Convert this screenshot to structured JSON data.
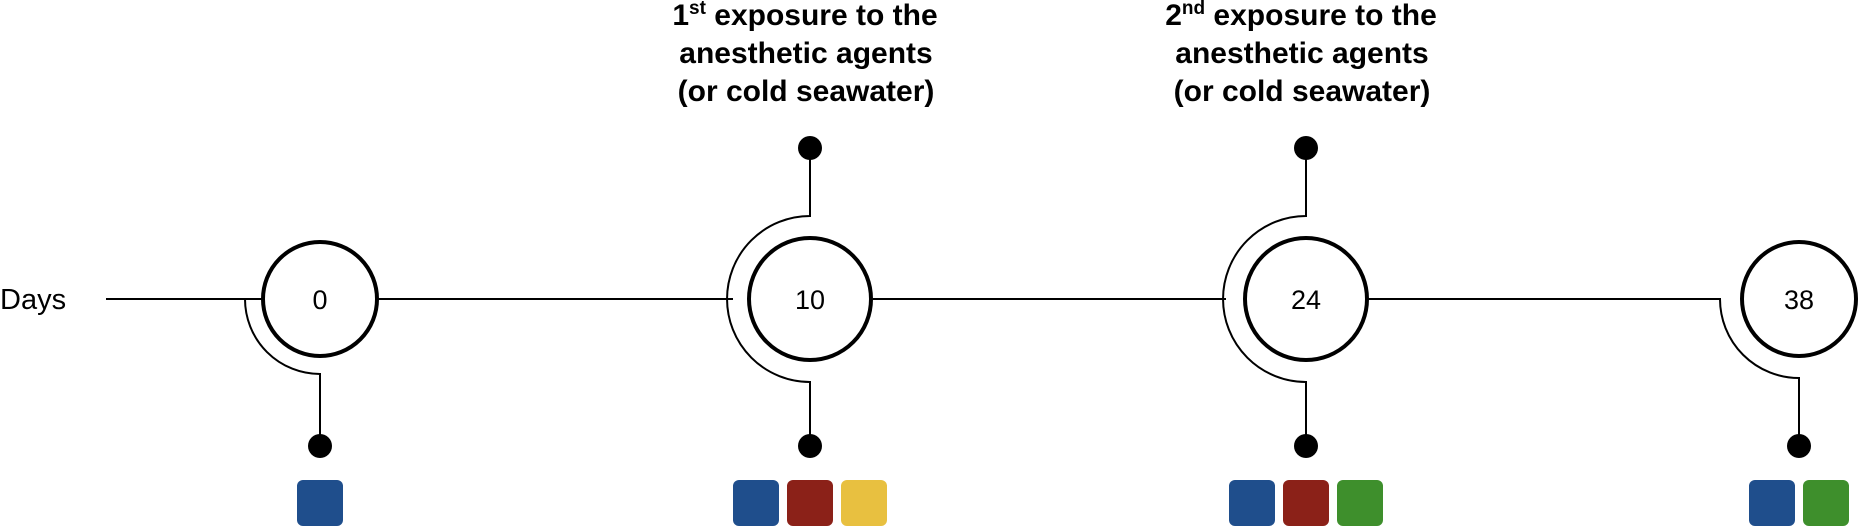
{
  "timeline": {
    "axis_label": "Days",
    "days": [
      {
        "value": "0",
        "samples": [
          {
            "color": "#1f4e8c"
          }
        ]
      },
      {
        "value": "10",
        "samples": [
          {
            "color": "#1f4e8c"
          },
          {
            "color": "#8b2118"
          },
          {
            "color": "#e8c040"
          }
        ]
      },
      {
        "value": "24",
        "samples": [
          {
            "color": "#1f4e8c"
          },
          {
            "color": "#8b2118"
          },
          {
            "color": "#3e8f2c"
          }
        ]
      },
      {
        "value": "38",
        "samples": [
          {
            "color": "#1f4e8c"
          },
          {
            "color": "#3e8f2c"
          }
        ]
      }
    ]
  },
  "exposures": [
    {
      "ordinal": "1",
      "suffix": "st",
      "line1_rest": " exposure to the",
      "line2": "anesthetic agents",
      "line3": "(or cold seawater)"
    },
    {
      "ordinal": "2",
      "suffix": "nd",
      "line1_rest": " exposure to the",
      "line2": "anesthetic agents",
      "line3": "(or cold seawater)"
    }
  ],
  "colors": {
    "line": "#000000",
    "circle_fill": "#ffffff"
  }
}
